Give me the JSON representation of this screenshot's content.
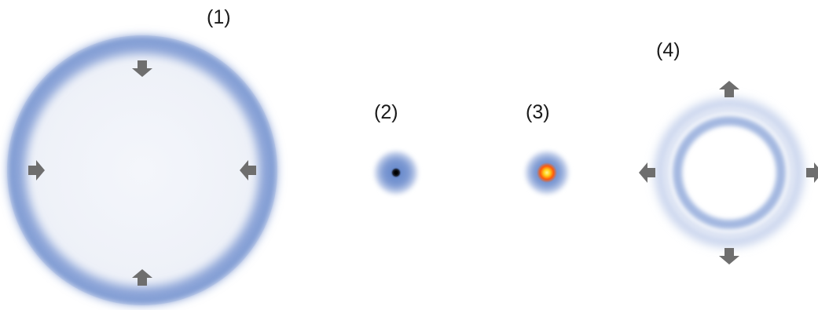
{
  "panels": [
    {
      "label": "(1)",
      "arrow_direction": "inward"
    },
    {
      "label": "(2)"
    },
    {
      "label": "(3)"
    },
    {
      "label": "(4)",
      "arrow_direction": "outward"
    }
  ],
  "colors": {
    "ring": "#7f9bd3",
    "ring_light": "#dde4f3",
    "disk_fill": "#f1f3f9",
    "arrow": "#6e6e6e",
    "core_dark": "#000000",
    "core_hot": "#ffd21a",
    "core_warm": "#ff5a0a"
  }
}
